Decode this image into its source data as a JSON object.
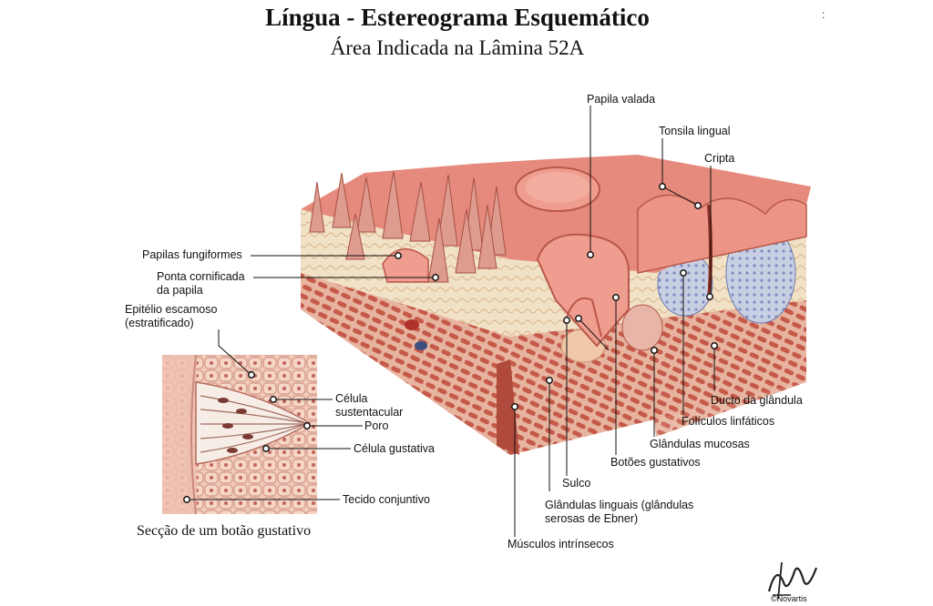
{
  "header": {
    "title": "Língua - Estereograma Esquemático",
    "subtitle": "Área Indicada na Lâmina 52A"
  },
  "labels": {
    "papila_valada": "Papila valada",
    "tonsila_lingual": "Tonsila lingual",
    "cripta": "Cripta",
    "papilas_fungiformes": "Papilas fungiformes",
    "ponta_cornificada_1": "Ponta cornificada",
    "ponta_cornificada_2": "da papila",
    "epitelio_1": "Epitélio escamoso",
    "epitelio_2": "(estratificado)",
    "celula_sust_1": "Célula",
    "celula_sust_2": "sustentacular",
    "poro": "Poro",
    "celula_gustativa": "Célula gustativa",
    "tecido_conjuntivo": "Tecido conjuntivo",
    "ducto": "Ducto da glândula",
    "foliculos": "Folículos linfáticos",
    "glandulas_mucosas": "Glândulas mucosas",
    "botoes": "Botões gustativos",
    "sulco": "Sulco",
    "glandulas_linguais_1": "Glândulas linguais (glândulas",
    "glandulas_linguais_2": "serosas de Ebner)",
    "musculos": "Músculos intrínsecos"
  },
  "caption": "Secção de um botão gustativo",
  "colors": {
    "surface": "#e58a7c",
    "surface_dark": "#b9574a",
    "muscle": "#c65a4a",
    "connective": "#efdcc0",
    "lymph": "#8fa0c8",
    "background": "#ffffff"
  }
}
